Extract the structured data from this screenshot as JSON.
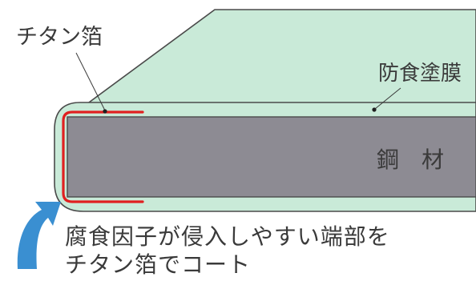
{
  "labels": {
    "titanium_foil": "チタン箔",
    "anticorrosion_coating": "防食塗膜",
    "steel": "鋼　材"
  },
  "caption": {
    "line1": "腐食因子が侵入しやすい端部を",
    "line2": "チタン箔でコート"
  },
  "colors": {
    "coating_fill": "#c9ead8",
    "coating_stroke": "#4a4a4a",
    "steel_fill": "#8d8b93",
    "titanium_foil": "#e02020",
    "arrow": "#3a8fd1"
  }
}
